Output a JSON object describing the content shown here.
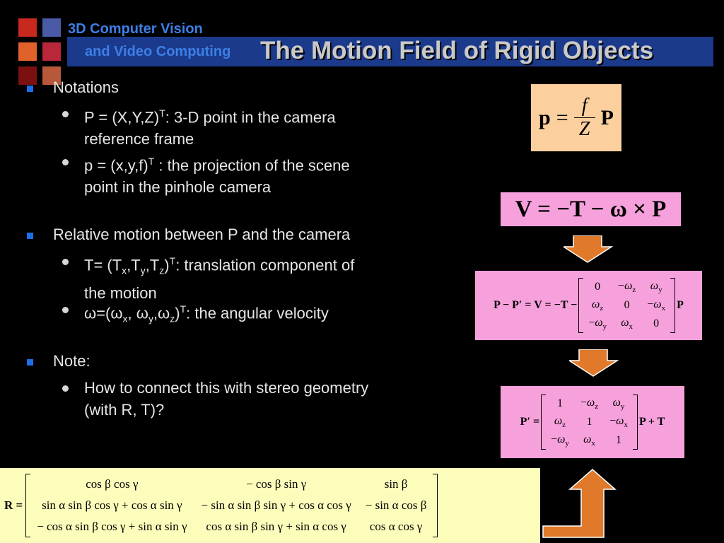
{
  "header": {
    "course_line1": "3D Computer Vision",
    "course_line2": "and Video Computing",
    "title": "The Motion Field of Rigid Objects",
    "colors": {
      "sq1": "#c8281e",
      "sq2": "#4a5aa6",
      "sq3": "#e0622a",
      "sq4": "#b8283a",
      "sq5": "#7a1010",
      "sq6": "#b8583a",
      "titlebar": "#1b3a8c"
    }
  },
  "bullets": {
    "notations": "Notations",
    "p_def_a": "P = (X,Y,Z)",
    "p_def_sup": "T",
    "p_def_b": ": 3-D point in the camera",
    "p_def_c": "reference frame",
    "pp_def_a": "p = (x,y,f)",
    "pp_def_sup": "T",
    "pp_def_b": " : the projection of the scene",
    "pp_def_c": "point in the pinhole camera",
    "relative": "Relative motion between P and the camera",
    "t_a": "T= (T",
    "t_x": "x",
    "t_b": ",T",
    "t_y": "y",
    "t_c": ",T",
    "t_z": "z",
    "t_d": ")",
    "t_sup": "T",
    "t_e": ": translation component of",
    "t_f": "the motion",
    "w_a": "ω=(ω",
    "w_x": "x",
    "w_b": ", ω",
    "w_y": "y",
    "w_c": ",ω",
    "w_z": "z",
    "w_d": ")",
    "w_sup": "T",
    "w_e": ": the angular velocity",
    "note": "Note:",
    "note_a": "How to connect this with stereo geometry",
    "note_b": "(with R, T)?"
  },
  "eq_proj": {
    "lhs": "p",
    "eq": "=",
    "num": "f",
    "den": "Z",
    "rhs": "P"
  },
  "eq_vel": {
    "text": "V = −T − ω × P"
  },
  "eq_mat1": {
    "lhs": "P − P′ = V = −T −",
    "rhs": "P",
    "rows": [
      [
        "0",
        "−ωz",
        "ωy"
      ],
      [
        "ωz",
        "0",
        "−ωx"
      ],
      [
        "−ωy",
        "ωx",
        "0"
      ]
    ]
  },
  "eq_mat2": {
    "lhs": "P′ =",
    "rhs": "P + T",
    "rows": [
      [
        "1",
        "−ωz",
        "ωy"
      ],
      [
        "ωz",
        "1",
        "−ωx"
      ],
      [
        "−ωy",
        "ωx",
        "1"
      ]
    ]
  },
  "eq_rot": {
    "lhs": "R =",
    "rows": [
      [
        "cos β cos γ",
        "− cos β sin γ",
        "sin β"
      ],
      [
        "sin α sin β cos γ + cos α sin γ",
        "− sin α sin β sin γ + cos α cos γ",
        "− sin α cos β"
      ],
      [
        "− cos α sin β cos γ + sin α sin γ",
        "cos α sin β sin γ + sin α cos γ",
        "cos α cos γ"
      ]
    ]
  }
}
